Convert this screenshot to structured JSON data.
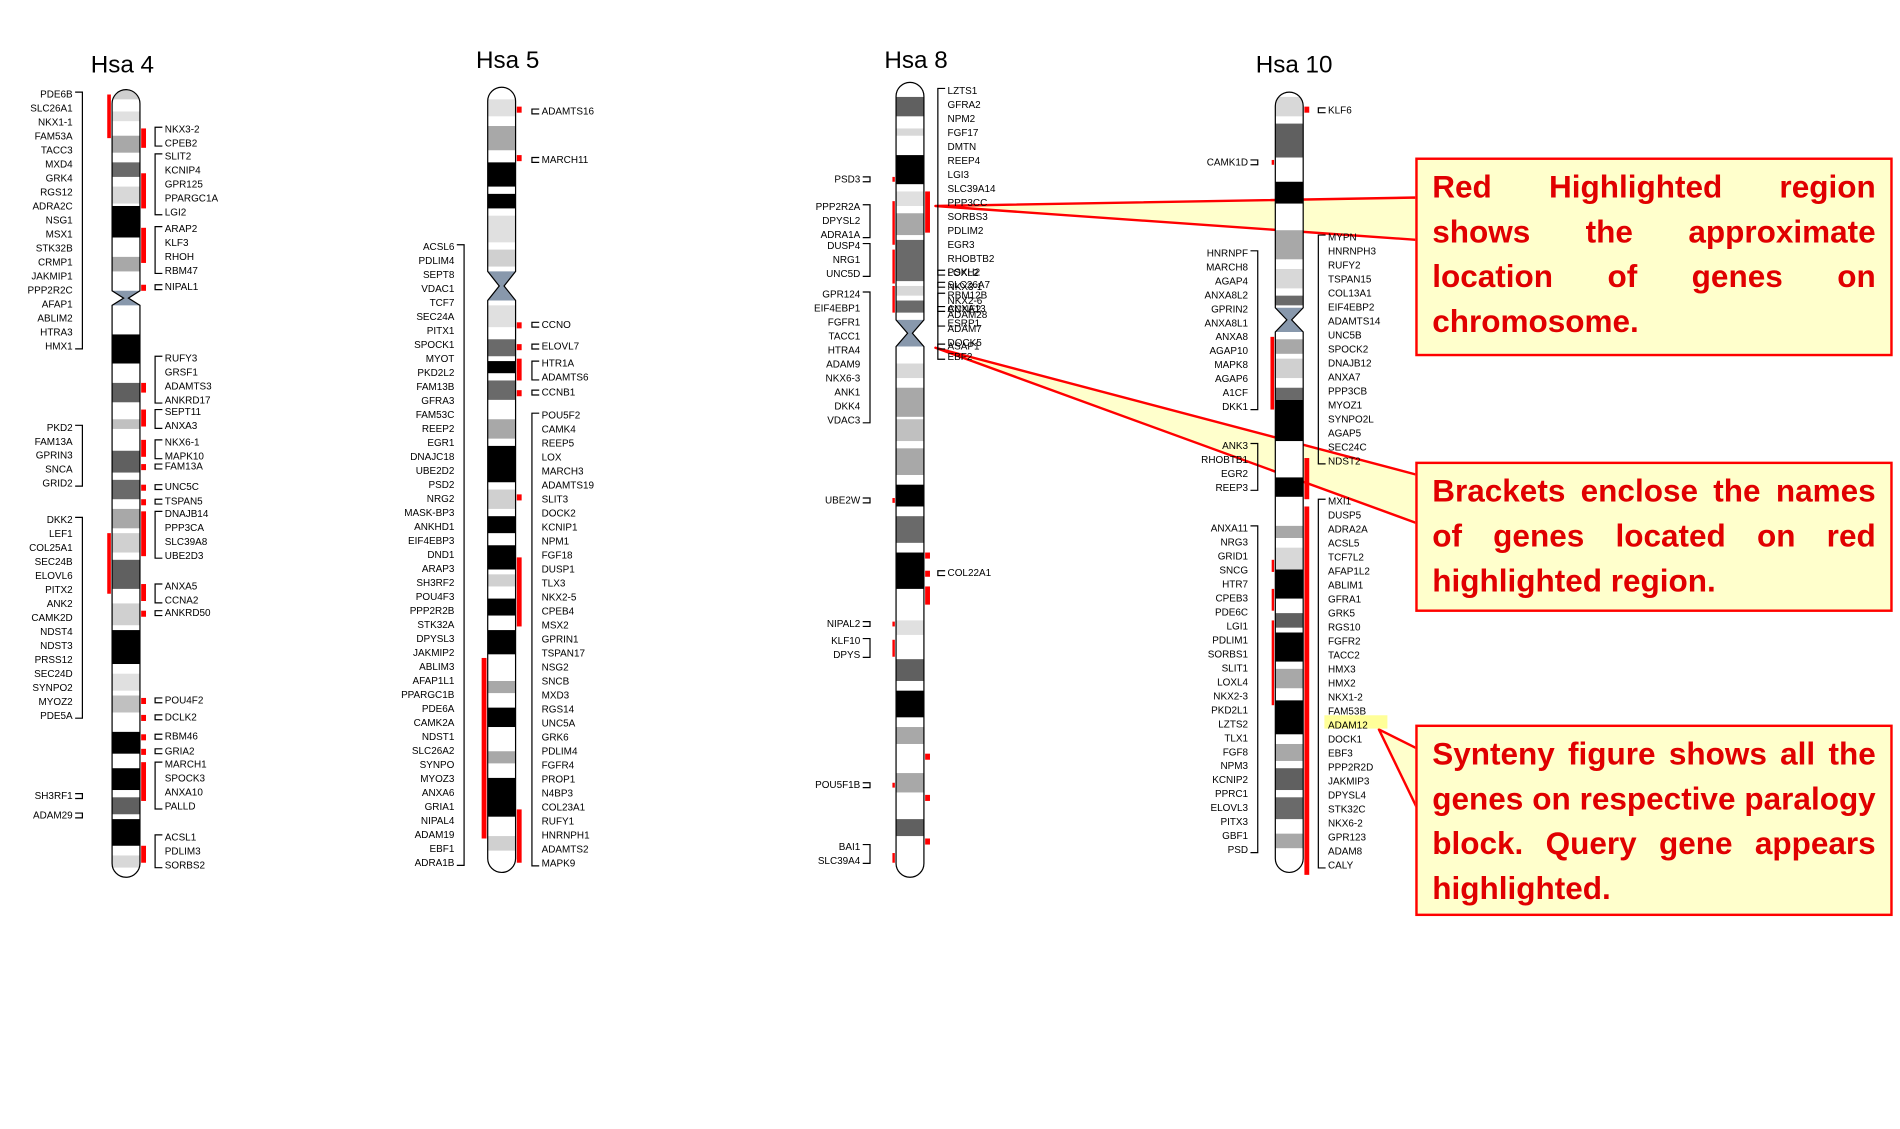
{
  "chromosomes": [
    {
      "name": "Hsa 4",
      "left_groups": [
        [
          "PDE6B",
          "SLC26A1",
          "NKX1-1",
          "FAM53A",
          "TACC3",
          "MXD4",
          "GRK4",
          "RGS12",
          "ADRA2C",
          "NSG1",
          "MSX1",
          "STK32B",
          "CRMP1",
          "JAKMIP1",
          "PPP2R2C",
          "AFAP1",
          "ABLIM2",
          "HTRA3",
          "HMX1"
        ],
        [
          "PKD2",
          "FAM13A",
          "GPRIN3",
          "SNCA",
          "GRID2"
        ],
        [
          "DKK2",
          "LEF1",
          "COL25A1",
          "SEC24B",
          "ELOVL6",
          "PITX2",
          "ANK2",
          "CAMK2D",
          "NDST4",
          "NDST3",
          "PRSS12",
          "SEC24D",
          "SYNPO2",
          "MYOZ2",
          "PDE5A"
        ],
        [
          "SH3RF1"
        ],
        [
          "ADAM29"
        ]
      ],
      "right_groups": [
        [
          "NKX3-2",
          "CPEB2"
        ],
        [
          "SLIT2",
          "KCNIP4",
          "GPR125",
          "PPARGC1A",
          "LGI2"
        ],
        [
          "ARAP2",
          "KLF3",
          "RHOH",
          "RBM47"
        ],
        [
          "NIPAL1"
        ],
        [
          "RUFY3",
          "GRSF1",
          "ADAMTS3",
          "ANKRD17"
        ],
        [
          "SEPT11",
          "ANXA3"
        ],
        [
          "NKX6-1",
          "MAPK10"
        ],
        [
          "FAM13A"
        ],
        [
          "UNC5C"
        ],
        [
          "TSPAN5"
        ],
        [
          "DNAJB14",
          "PPP3CA",
          "SLC39A8",
          "UBE2D3"
        ],
        [
          "ANXA5",
          "CCNA2"
        ],
        [
          "ANKRD50"
        ],
        [
          "POU4F2"
        ],
        [
          "DCLK2"
        ],
        [
          "RBM46"
        ],
        [
          "GRIA2"
        ],
        [
          "MARCH1",
          "SPOCK3",
          "ANXA10",
          "PALLD"
        ],
        [
          "ACSL1",
          "PDLIM3",
          "SORBS2"
        ]
      ]
    },
    {
      "name": "Hsa 5",
      "left_groups": [
        [
          "ACSL6",
          "PDLIM4",
          "SEPT8",
          "VDAC1",
          "TCF7",
          "SEC24A",
          "PITX1",
          "SPOCK1",
          "MYOT",
          "PKD2L2",
          "FAM13B",
          "GFRA3",
          "FAM53C",
          "REEP2",
          "EGR1",
          "DNAJC18",
          "UBE2D2",
          "PSD2",
          "NRG2",
          "MASK-BP3",
          "ANKHD1",
          "EIF4EBP3",
          "DND1",
          "ARAP3",
          "SH3RF2",
          "POU4F3",
          "PPP2R2B",
          "STK32A",
          "DPYSL3",
          "JAKMIP2",
          "ABLIM3",
          "AFAP1L1",
          "PPARGC1B",
          "PDE6A",
          "CAMK2A",
          "NDST1",
          "SLC26A2",
          "SYNPO",
          "MYOZ3",
          "ANXA6",
          "GRIA1",
          "NIPAL4",
          "ADAM19",
          "EBF1",
          "ADRA1B"
        ]
      ],
      "right_groups": [
        [
          "ADAMTS16"
        ],
        [
          "MARCH11"
        ],
        [
          "CCNO"
        ],
        [
          "ELOVL7"
        ],
        [
          "HTR1A",
          "ADAMTS6"
        ],
        [
          "CCNB1"
        ],
        [
          "POU5F2",
          "CAMK4",
          "REEP5",
          "LOX",
          "MARCH3",
          "ADAMTS19",
          "SLIT3",
          "DOCK2",
          "KCNIP1",
          "NPM1",
          "FGF18",
          "DUSP1",
          "TLX3",
          "NKX2-5",
          "CPEB4",
          "MSX2",
          "GPRIN1",
          "TSPAN17",
          "NSG2",
          "SNCB",
          "MXD3",
          "RGS14",
          "UNC5A",
          "GRK6",
          "PDLIM4",
          "FGFR4",
          "PROP1",
          "N4BP3",
          "COL23A1",
          "RUFY1",
          "HNRNPH1",
          "ADAMTS2",
          "MAPK9"
        ]
      ]
    },
    {
      "name": "Hsa 8",
      "left_groups": [
        [
          "PSD3"
        ],
        [
          "PPP2R2A",
          "DPYSL2",
          "ADRA1A"
        ],
        [
          "DUSP4",
          "NRG1",
          "UNC5D"
        ],
        [
          "GPR124",
          "EIF4EBP1",
          "FGFR1",
          "TACC1",
          "HTRA4",
          "ADAM9",
          "NKX6-3",
          "ANK1",
          "DKK4",
          "VDAC3"
        ],
        [
          "UBE2W"
        ],
        [
          "NIPAL2"
        ],
        [
          "KLF10",
          "DPYS"
        ],
        [
          "POU5F1B"
        ],
        [
          "BAI1",
          "SLC39A4"
        ]
      ],
      "right_groups": [
        [
          "LZTS1",
          "GFRA2",
          "NPM2",
          "FGF17",
          "DMTN",
          "REEP4",
          "LGI3",
          "SLC39A14",
          "PPP3CC",
          "SORBS3",
          "PDLIM2",
          "EGR3",
          "RHOBTB2",
          "LOXL2",
          "NKX3-1",
          "NKX2-6",
          "ADAM28",
          "ADAM7",
          "DOCK5",
          "EBF2"
        ],
        [
          "PSKH2"
        ],
        [
          "SLC26A7"
        ],
        [
          "RBM12B",
          "CCNE2",
          "ESRP1"
        ],
        [
          "ANXA13"
        ],
        [
          "ASAP1"
        ],
        [
          "COL22A1"
        ]
      ]
    },
    {
      "name": "Hsa 10",
      "left_groups": [
        [
          "CAMK1D"
        ],
        [
          "HNRNPF",
          "MARCH8",
          "AGAP4",
          "ANXA8L2",
          "GPRIN2",
          "ANXA8L1",
          "ANXA8",
          "AGAP10",
          "MAPK8",
          "AGAP6",
          "A1CF",
          "DKK1"
        ],
        [
          "ANK3",
          "RHOBTB1",
          "EGR2",
          "REEP3"
        ],
        [
          "ANXA11",
          "NRG3",
          "GRID1",
          "SNCG",
          "HTR7",
          "CPEB3",
          "PDE6C",
          "LGI1",
          "PDLIM1",
          "SORBS1",
          "SLIT1",
          "LOXL4",
          "NKX2-3",
          "PKD2L1",
          "LZTS2",
          "TLX1",
          "FGF8",
          "NPM3",
          "KCNIP2",
          "PPRC1",
          "ELOVL3",
          "PITX3",
          "GBF1",
          "PSD"
        ]
      ],
      "right_groups": [
        [
          "KLF6"
        ],
        [
          "MYPN",
          "HNRNPH3",
          "RUFY2",
          "TSPAN15",
          "COL13A1",
          "EIF4EBP2",
          "ADAMTS14",
          "UNC5B",
          "SPOCK2",
          "DNAJB12",
          "ANXA7",
          "PPP3CB",
          "MYOZ1",
          "SYNPO2L",
          "AGAP5",
          "SEC24C",
          "NDST2"
        ],
        [
          "MXI1",
          "DUSP5",
          "ADRA2A",
          "ACSL5",
          "TCF7L2",
          "AFAP1L2",
          "ABLIM1",
          "GFRA1",
          "GRK5",
          "RGS10",
          "FGFR2",
          "TACC2",
          "HMX3",
          "HMX2",
          "NKX1-2",
          "FAM53B",
          "ADAM12",
          "DOCK1",
          "EBF3",
          "PPP2R2D",
          "JAKMIP3",
          "DPYSL4",
          "STK32C",
          "NKX6-2",
          "GPR123",
          "ADAM8",
          "CALY"
        ]
      ],
      "highlighted_gene": "ADAM12"
    }
  ],
  "callouts": [
    {
      "text": "Red Highlighted region shows the approximate location of genes on chromosome."
    },
    {
      "text": "Brackets enclose the names of genes located on red highlighted region."
    },
    {
      "text": "Synteny figure shows all the genes on respective paralogy block. Query gene appears highlighted."
    }
  ],
  "colors": {
    "highlight_red": "#ff0000",
    "callout_fill": "#ffffcc",
    "callout_text": "#e00000",
    "query_highlight": "#ffff99",
    "centromere": "#8898ac"
  }
}
